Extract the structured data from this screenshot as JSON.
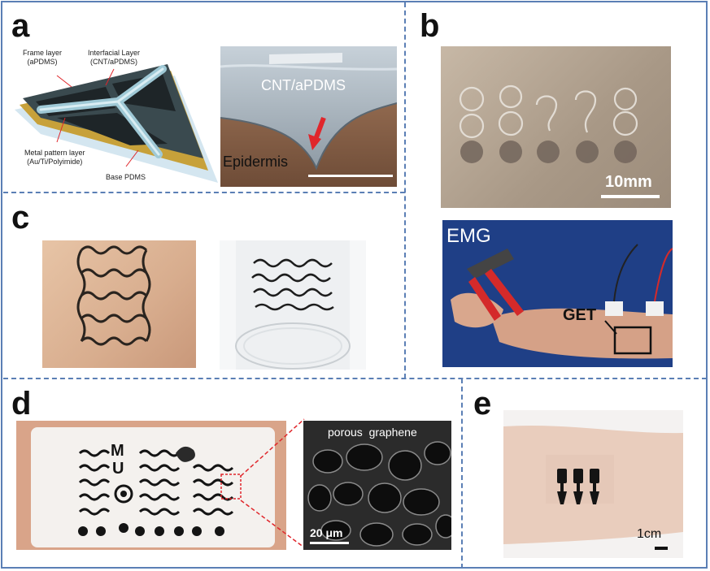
{
  "panels": {
    "a": {
      "label": "a",
      "annotations": {
        "frame_layer": [
          "Frame layer",
          "(aPDMS)"
        ],
        "interfacial_layer": [
          "Interfacial Layer",
          "(CNT/aPDMS)"
        ],
        "metal_layer": [
          "Metal pattern layer",
          "(Au/Ti/Polyimide)"
        ],
        "base_layer": "Base PDMS"
      },
      "sem": {
        "top_label": "CNT/aPDMS",
        "bottom_label": "Epidermis"
      }
    },
    "b": {
      "label": "b",
      "scale_bar": "10mm",
      "emg_label": "EMG",
      "get_label": "GET"
    },
    "c": {
      "label": "c"
    },
    "d": {
      "label": "d",
      "sem_label": "porous  graphene",
      "scale_bar": "20 μm",
      "logo_letters": [
        "M",
        "U"
      ]
    },
    "e": {
      "label": "e",
      "scale_bar": "1cm"
    }
  },
  "colors": {
    "border": "#5b7fb5",
    "arrow_red": "#e0262b",
    "emg_bg": "#1f3f86",
    "graphene": "#141414"
  },
  "icons": [
    "red-arrow-icon"
  ]
}
